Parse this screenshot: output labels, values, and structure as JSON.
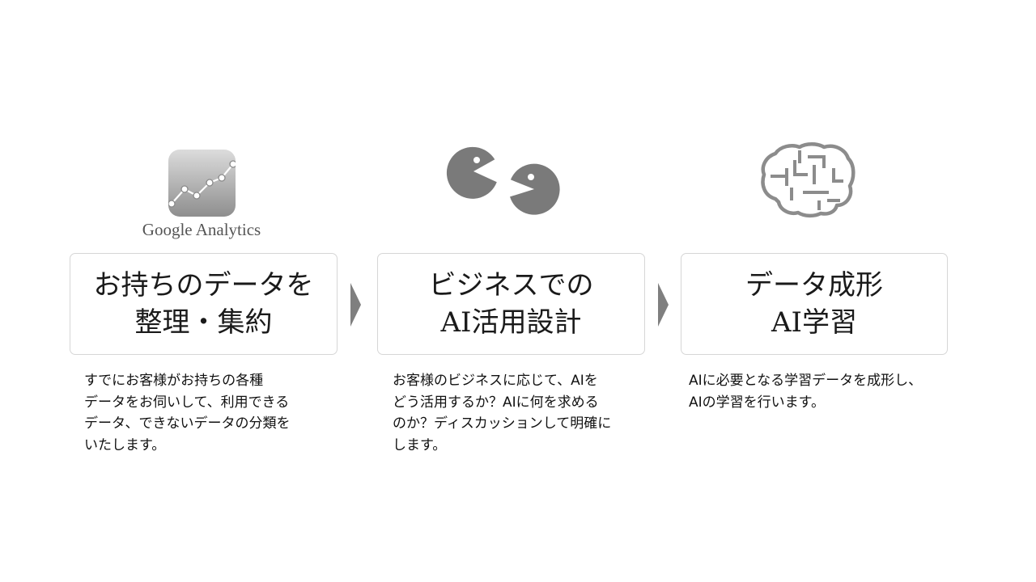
{
  "icons": {
    "analytics": "google-analytics-icon",
    "chat": "conversation-faces-icon",
    "brain": "circuit-brain-icon"
  },
  "colors": {
    "icon_gray": "#7a7a7a",
    "box_border": "#d6d6d6",
    "arrow": "#7f7f7f"
  },
  "ga_label": "Google Analytics",
  "steps": [
    {
      "title_lines": [
        "お持ちのデータを",
        "整理・集約"
      ],
      "desc_lines": [
        "すでにお客様がお持ちの各種",
        "データをお伺いして、利用できる",
        "データ、できないデータの分類を",
        "いたします。"
      ]
    },
    {
      "title_lines": [
        "ビジネスでの",
        "AI活用設計"
      ],
      "desc_lines": [
        "お客様のビジネスに応じて、AIを",
        "どう活用するか？AIに何を求める",
        "のか？ディスカッションして明確に",
        "します。"
      ]
    },
    {
      "title_lines": [
        "データ成形",
        "AI学習"
      ],
      "desc_lines": [
        "AIに必要となる学習データを成形し、",
        "AIの学習を行います。"
      ]
    }
  ]
}
